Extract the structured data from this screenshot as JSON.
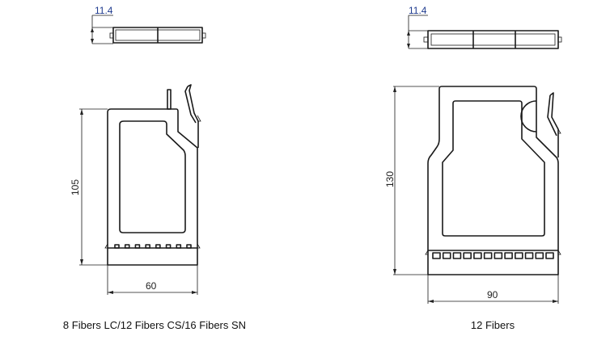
{
  "left": {
    "top_view_dim": "11.4",
    "height_dim": "105",
    "width_dim": "60",
    "caption": "8 Fibers LC/12 Fibers CS/16 Fibers SN",
    "connector_count": 8
  },
  "right": {
    "top_view_dim": "11.4",
    "height_dim": "130",
    "width_dim": "90",
    "caption": "12 Fibers",
    "connector_count": 12
  }
}
